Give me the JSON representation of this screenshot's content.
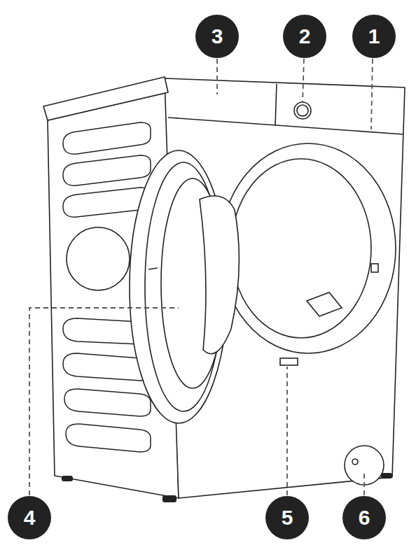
{
  "diagram": {
    "labels": [
      "3",
      "2",
      "1",
      "4",
      "5",
      "6"
    ]
  }
}
